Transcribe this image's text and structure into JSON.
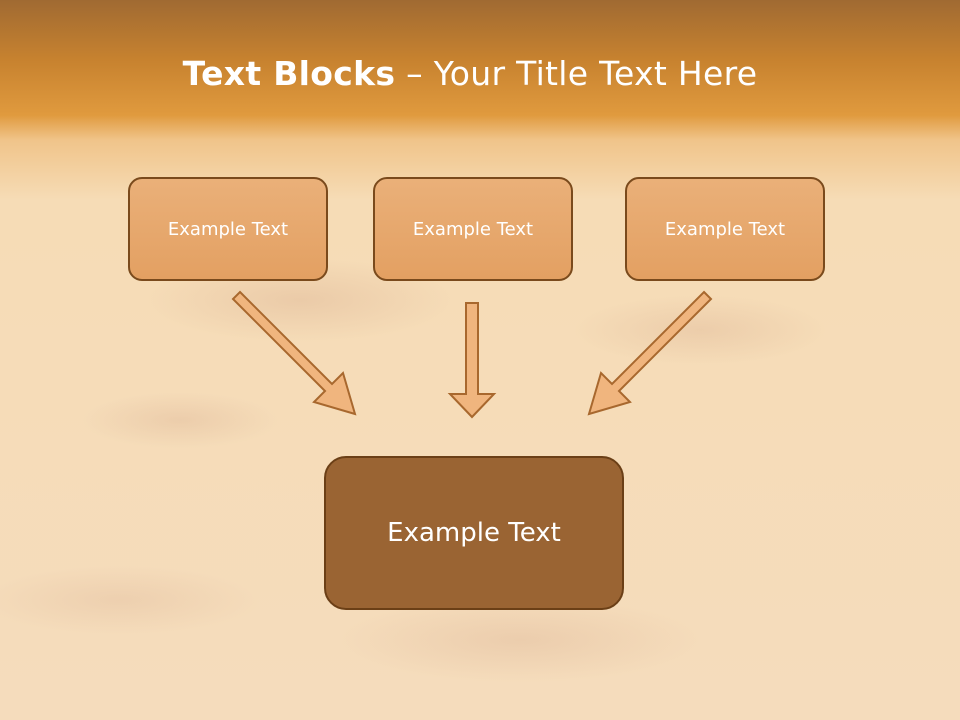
{
  "title": {
    "bold": "Text Blocks",
    "separator": " – ",
    "rest": "Your Title Text Here"
  },
  "blocks": {
    "top": [
      "Example Text",
      "Example Text",
      "Example Text"
    ],
    "bottom": "Example Text"
  },
  "colors": {
    "box_fill": "#e6a86c",
    "box_border": "#7a4a1c",
    "bottom_box_fill": "#9a6433",
    "arrow_fill": "#f0b57e",
    "arrow_stroke": "#a8682e"
  }
}
